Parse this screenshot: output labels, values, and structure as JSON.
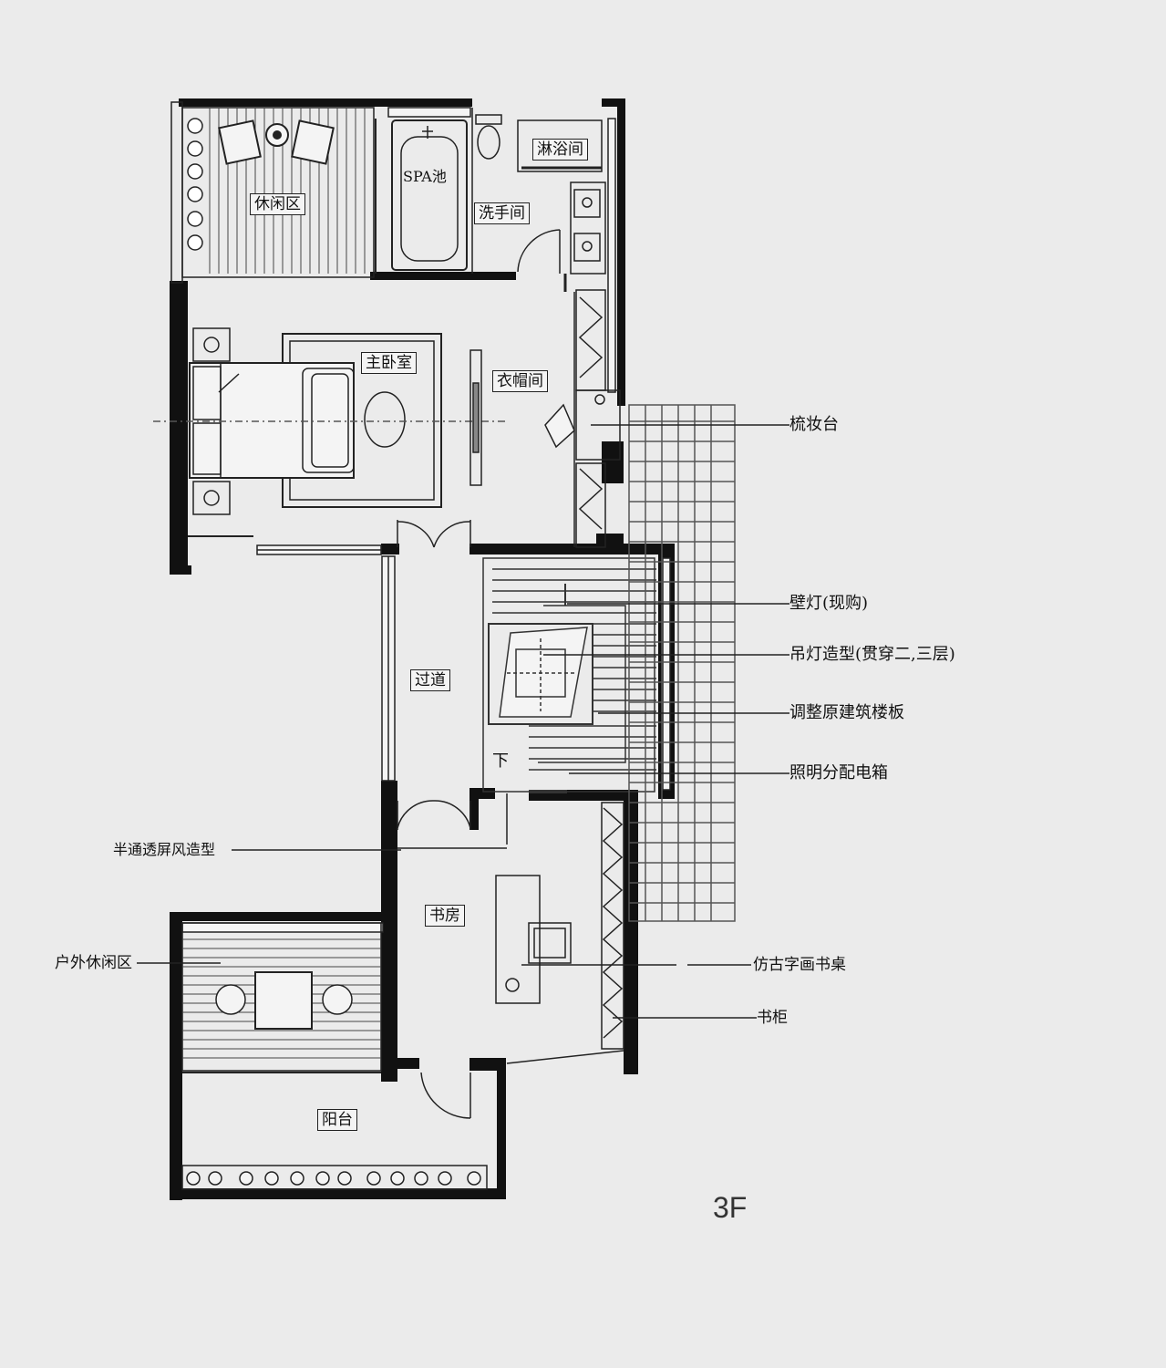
{
  "floor": "3F",
  "rooms": {
    "leisure": "休闲区",
    "spa": "SPA池",
    "shower": "淋浴间",
    "washroom": "洗手间",
    "master": "主卧室",
    "closet": "衣帽间",
    "corridor": "过道",
    "stair_down": "下",
    "study": "书房",
    "balcony": "阳台"
  },
  "callouts": {
    "dresser": "梳妆台",
    "wall_lamp": "壁灯(现购)",
    "chandelier": "吊灯造型(贯穿二,三层)",
    "slab": "调整原建筑楼板",
    "panel": "照明分配电箱",
    "screen": "半通透屏风造型",
    "outdoor": "户外休闲区",
    "desk": "仿古字画书桌",
    "bookcase": "书柜"
  }
}
